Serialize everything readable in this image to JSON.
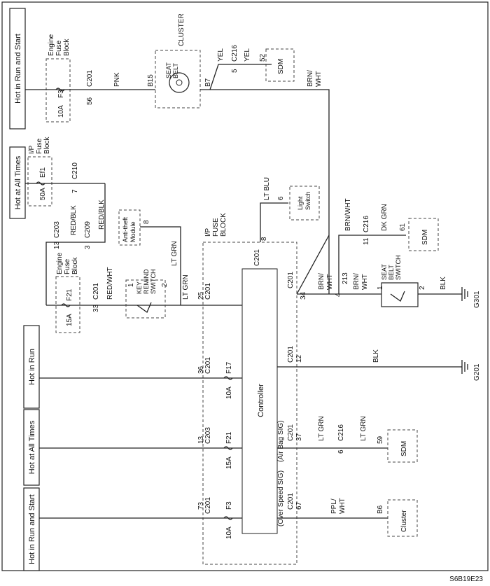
{
  "diagram_id": "S6B19E23",
  "power": {
    "p1": "Hot in Run and Start",
    "p2": "Hot at All Times",
    "p3": "Hot in Run",
    "p4": "Hot at All Times",
    "p5": "Hot in Run and Start"
  },
  "blocks": {
    "engine_fuse_1": [
      "Engine",
      "Fuse",
      "Block"
    ],
    "ip_fuse": [
      "I/P",
      "Fuse",
      "Block"
    ],
    "engine_fuse_2": [
      "Engine",
      "Fuse",
      "Block"
    ],
    "cluster": "CLUSTER",
    "seat_belt": [
      "SEAT",
      "BELT"
    ],
    "ip_fuse_block": [
      "I/P",
      "FUSE",
      "BLOCK"
    ],
    "key_remind": [
      "KEY",
      "REMIND",
      "SWITCH"
    ],
    "seat_belt_switch": [
      "SEAT",
      "BELT",
      "SWITCH"
    ],
    "anti_theft": [
      "Anti-theft",
      "Module"
    ],
    "light_switch": [
      "Light",
      "Switch"
    ],
    "sdm": "SDM",
    "controller": "Controller",
    "cluster_box": "Cluster"
  },
  "fuses": {
    "f3": "F3",
    "f3_amp": "10A",
    "ef1": "Ef1",
    "ef1_amp": "50A",
    "f21": "F21",
    "f21_amp": "15A",
    "f17": "F17",
    "f17_amp": "10A",
    "f21b": "F21",
    "f21b_amp": "15A",
    "f3b": "F3",
    "f3b_amp": "10A"
  },
  "connectors": {
    "c201": "C201",
    "c216": "C216",
    "c210": "C210",
    "c203": "C203",
    "c209": "C209"
  },
  "pins": {
    "p56": "56",
    "pB15": "B15",
    "pB7": "B7",
    "p5": "5",
    "p52": "52",
    "p7": "7",
    "p13": "13",
    "p3": "3",
    "p33": "33",
    "p1": "1",
    "p2": "2",
    "p25": "25",
    "p8": "8",
    "p8b": "8",
    "p6": "6",
    "p11": "11",
    "p61": "61",
    "p34": "34",
    "p4": "4",
    "p213": "213",
    "p1b": "1",
    "p2b": "2",
    "p36": "36",
    "p12": "12",
    "p13b": "13",
    "p37": "37",
    "p6b": "6",
    "p59": "59",
    "p73": "73",
    "p67": "67",
    "pB6": "B6"
  },
  "wires": {
    "pnk": "PNK",
    "yel": "YEL",
    "yel2": "YEL",
    "brnwht_top": [
      "BRN/",
      "WHT"
    ],
    "redblk": "RED/BLK",
    "redblk2": "RED/BLK",
    "redwht": "RED/WHT",
    "ltgrn": "LT GRN",
    "ltgrn2": "LT GRN",
    "ltblu": "LT BLU",
    "brnwht": "BRN/WHT",
    "dkgrn": "DK GRN",
    "brnwht2": [
      "BRN/",
      "WHT"
    ],
    "brnwht3": [
      "BRN/",
      "WHT"
    ],
    "blk": "BLK",
    "blk2": "BLK",
    "ltgrn3": "LT GRN",
    "ltgrn4": "LT GRN",
    "pplwht": [
      "PPL/",
      "WHT"
    ]
  },
  "signals": {
    "airbag": "(Air Bag SIG)",
    "overspeed": "(Over Speed SIG)"
  },
  "grounds": {
    "g301": "G301",
    "g201": "G201"
  }
}
